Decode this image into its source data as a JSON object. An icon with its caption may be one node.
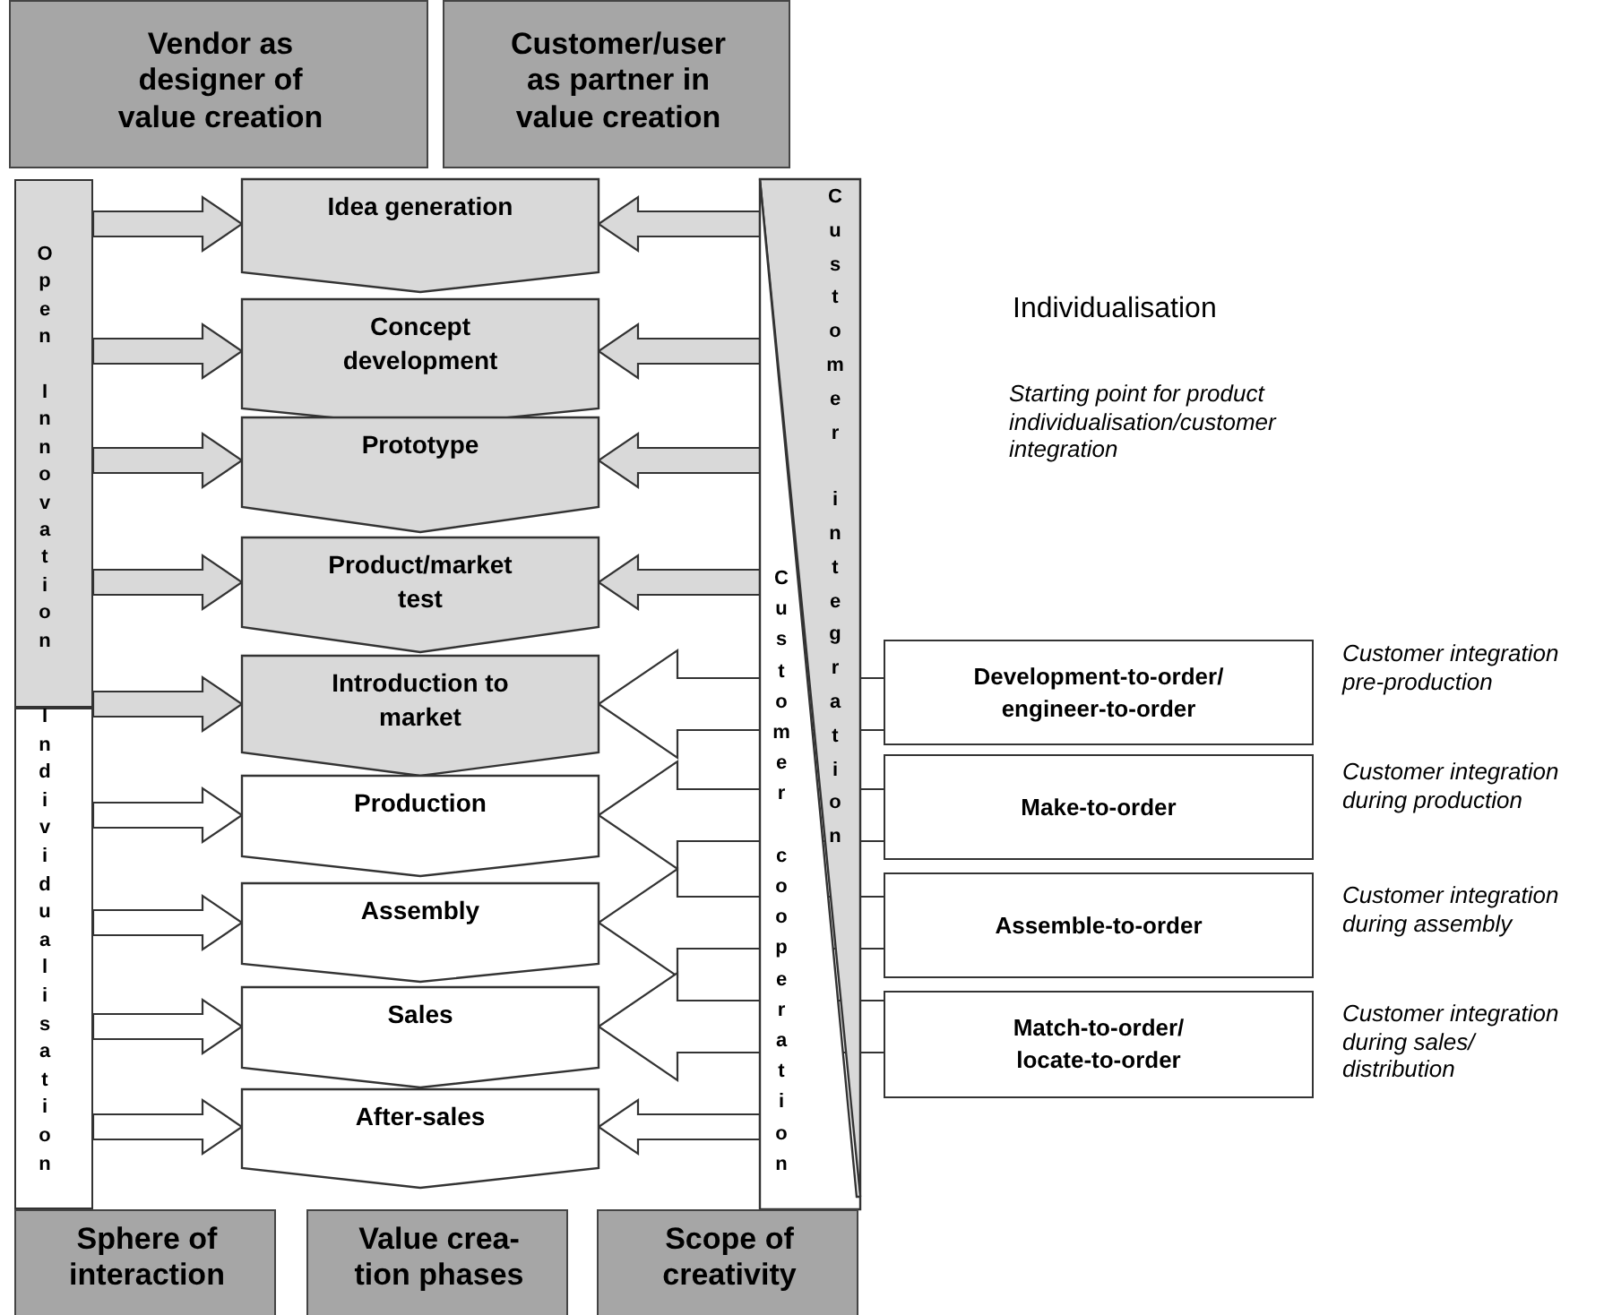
{
  "diagram": {
    "nodes": [
      {
        "text": [
          "Vendor as designer of value creation"
        ]
      },
      {
        "text": [
          "Customer/user as partner in value creation"
        ]
      },
      {
        "text": [
          "Open Innovation"
        ]
      },
      {
        "text": [
          "Individualisation"
        ]
      },
      {
        "text": [
          "Idea generation"
        ]
      },
      {
        "text": [
          "Concept development"
        ]
      },
      {
        "text": [
          "Prototype"
        ]
      },
      {
        "text": [
          "Product/market test"
        ]
      },
      {
        "text": [
          "Introduction to market"
        ]
      },
      {
        "text": [
          "Production"
        ]
      },
      {
        "text": [
          "Assembly"
        ]
      },
      {
        "text": [
          "Sales"
        ]
      },
      {
        "text": [
          "After-sales"
        ]
      },
      {
        "text": [
          "Customer integration"
        ]
      },
      {
        "text": [
          "Customer cooperation"
        ]
      },
      {
        "text": [
          "Development-to-order/ engineer-to-order"
        ],
        "beside": [
          "Customer integration pre-production"
        ]
      },
      {
        "text": [
          "Make-to-order"
        ],
        "beside": [
          "Customer integration during production"
        ]
      },
      {
        "text": [
          "Assemble-to-order"
        ],
        "beside": [
          "Customer integration during assembly"
        ]
      },
      {
        "text": [
          "Match-to-order/ locate-to-order"
        ],
        "beside": [
          "Customer integration during sales/ distribution"
        ]
      },
      {
        "text": [
          "Sphere of interaction"
        ]
      },
      {
        "text": [
          "Value crea- tion phases"
        ]
      },
      {
        "text": [
          "Scope of creativity"
        ]
      }
    ],
    "edges": [
      {
        "from": 2,
        "to": 4,
        "arrow": "to",
        "color": "#d9d9d9"
      },
      {
        "from": 2,
        "to": 5,
        "arrow": "to",
        "color": "#d9d9d9"
      },
      {
        "from": 2,
        "to": 6,
        "arrow": "to",
        "color": "#d9d9d9"
      },
      {
        "from": 2,
        "to": 7,
        "arrow": "to",
        "color": "#d9d9d9"
      },
      {
        "from": 2,
        "to": 8,
        "arrow": "to",
        "color": "#d9d9d9"
      },
      {
        "from": 3,
        "to": 9,
        "arrow": "to"
      },
      {
        "from": 3,
        "to": 10,
        "arrow": "to"
      },
      {
        "from": 3,
        "to": 11,
        "arrow": "to"
      },
      {
        "from": 3,
        "to": 12,
        "arrow": "to"
      },
      {
        "from": 13,
        "to": 4,
        "arrow": "to",
        "color": "#d9d9d9"
      },
      {
        "from": 13,
        "to": 5,
        "arrow": "to",
        "color": "#d9d9d9"
      },
      {
        "from": 13,
        "to": 6,
        "arrow": "to",
        "color": "#d9d9d9"
      },
      {
        "from": 13,
        "to": 7,
        "arrow": "to",
        "color": "#d9d9d9"
      },
      {
        "from": 14,
        "to": 12,
        "arrow": "to"
      },
      {
        "from": 15,
        "to": 8,
        "arrow": "to"
      },
      {
        "from": 16,
        "to": 9,
        "arrow": "to"
      },
      {
        "from": 17,
        "to": 10,
        "arrow": "to"
      },
      {
        "from": 18,
        "to": 11,
        "arrow": "to"
      }
    ],
    "labels": [
      "Individualisation",
      "Starting point for product individualisation/customer integration"
    ]
  }
}
